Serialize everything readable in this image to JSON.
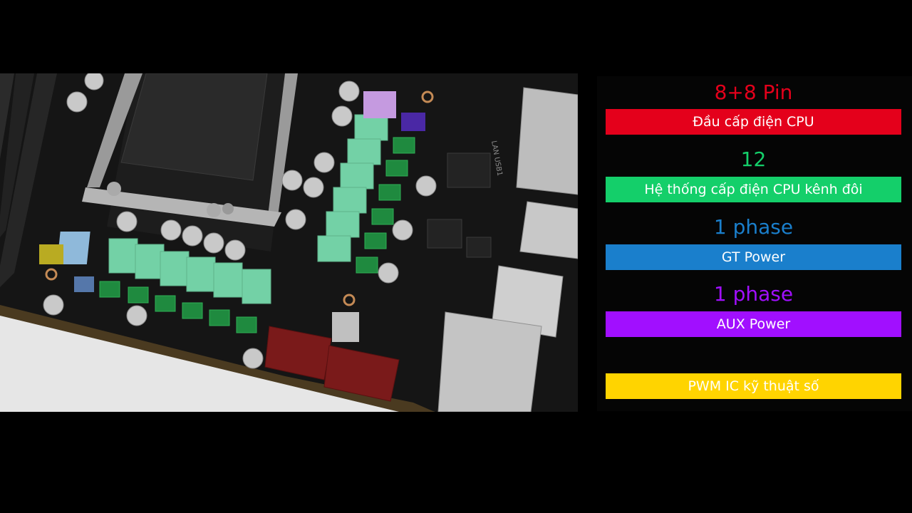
{
  "legend": {
    "items": [
      {
        "heading": "8+8 Pin",
        "label": "Đầu cấp điện CPU",
        "color": "#e4001b"
      },
      {
        "heading": "12",
        "label": "Hệ thống cấp điện CPU kênh đôi",
        "color": "#14cf6a"
      },
      {
        "heading": "1 phase",
        "label": "GT Power",
        "color": "#1a7fcc"
      },
      {
        "heading": "1 phase",
        "label": "AUX Power",
        "color": "#a10fff"
      },
      {
        "heading": "",
        "label": "PWM IC kỹ thuật số",
        "color": "#ffd400"
      }
    ]
  },
  "photo": {
    "component_labels": {
      "lan": "LAN USB1"
    }
  }
}
